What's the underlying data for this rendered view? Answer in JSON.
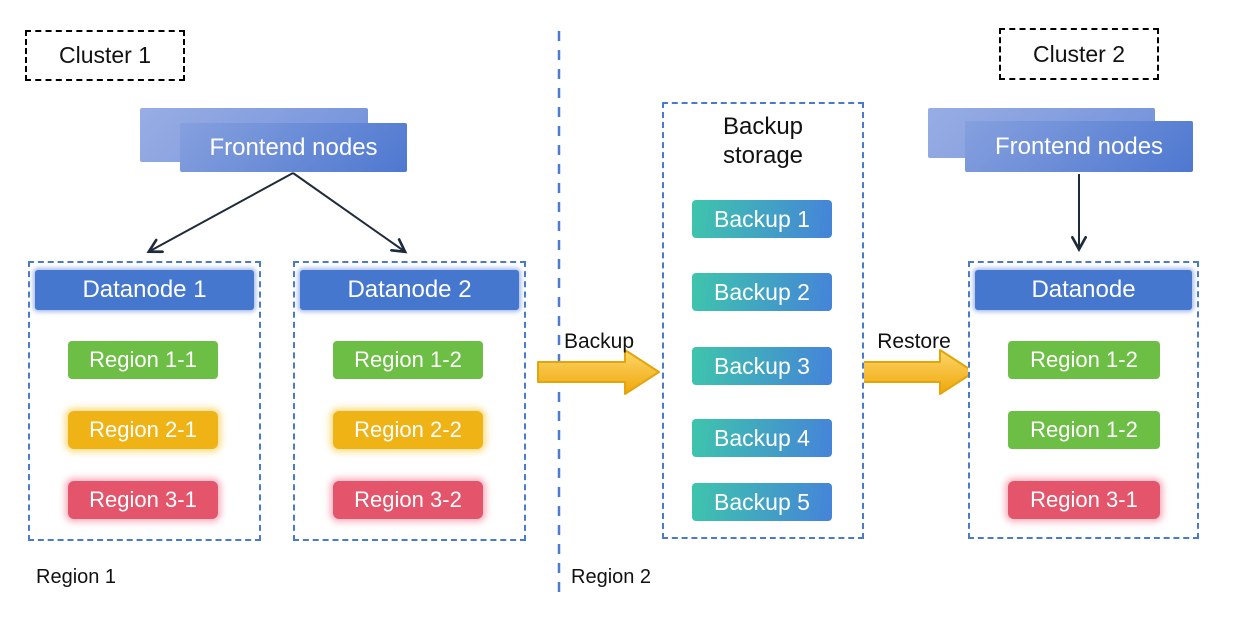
{
  "diagram": {
    "cluster1": {
      "label": "Cluster 1",
      "frontend_label": "Frontend nodes",
      "region_label": "Region 1",
      "datanodes": [
        {
          "title": "Datanode 1",
          "regions": [
            {
              "label": "Region 1-1",
              "color": "green"
            },
            {
              "label": "Region 2-1",
              "color": "yellow"
            },
            {
              "label": "Region 3-1",
              "color": "red"
            }
          ]
        },
        {
          "title": "Datanode 2",
          "regions": [
            {
              "label": "Region 1-2",
              "color": "green"
            },
            {
              "label": "Region 2-2",
              "color": "yellow"
            },
            {
              "label": "Region 3-2",
              "color": "red"
            }
          ]
        }
      ]
    },
    "backup_storage": {
      "title": "Backup\nstorage",
      "items": [
        "Backup 1",
        "Backup 2",
        "Backup 3",
        "Backup 4",
        "Backup 5"
      ],
      "region_label": "Region 2"
    },
    "flows": {
      "backup_label": "Backup",
      "restore_label": "Restore"
    },
    "cluster2": {
      "label": "Cluster 2",
      "frontend_label": "Frontend nodes",
      "datanode": {
        "title": "Datanode",
        "regions": [
          {
            "label": "Region 1-2",
            "color": "green"
          },
          {
            "label": "Region 1-2",
            "color": "green"
          },
          {
            "label": "Region 3-1",
            "color": "red"
          }
        ]
      }
    },
    "colors": {
      "node_blue": "#4577CE",
      "region_green": "#6CBE45",
      "region_yellow": "#F0B316",
      "region_red": "#E4556B",
      "backup_teal": "#3EC5AC",
      "backup_blue": "#4583D9",
      "dashed_blue": "#4A7BCB",
      "separator_blue": "#4B7CD0",
      "arrow_yellow_light": "#FCD66B",
      "arrow_yellow_dark": "#F0A70A",
      "arrow_yellow_stroke": "#E2A50A",
      "connector_dark": "#1E2B3A"
    }
  }
}
